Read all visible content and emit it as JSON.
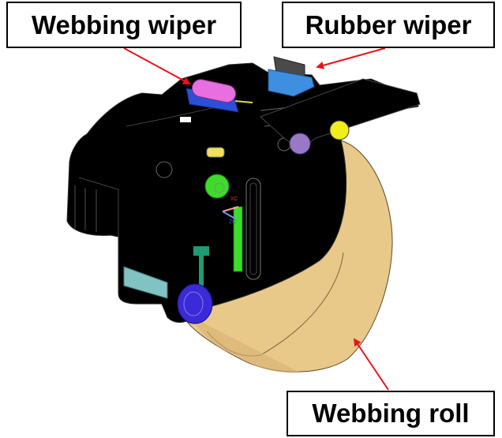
{
  "labels": {
    "webbing_wiper": "Webbing wiper",
    "rubber_wiper": "Rubber wiper",
    "webbing_roll": "Webbing roll"
  },
  "axis_markers": {
    "x": "XC",
    "z": "ZC"
  },
  "colors": {
    "arrow": "#e8141b",
    "housing": "#000000",
    "webbing_roll": "#e8c98a",
    "webbing_wiper_roller": "#e86fe0",
    "webbing_wiper_holder": "#2c4fd8",
    "rubber_wiper": "#3f8fe0",
    "green_gear": "#3ddc2a",
    "yellow_pin": "#f0e05a",
    "purple_gear": "#9a78c8",
    "yellow_wheel": "#f2ee1a",
    "blue_knob": "#3a2ad8",
    "teal_part": "#1f9a72",
    "shaft": "#8fd8d8"
  }
}
